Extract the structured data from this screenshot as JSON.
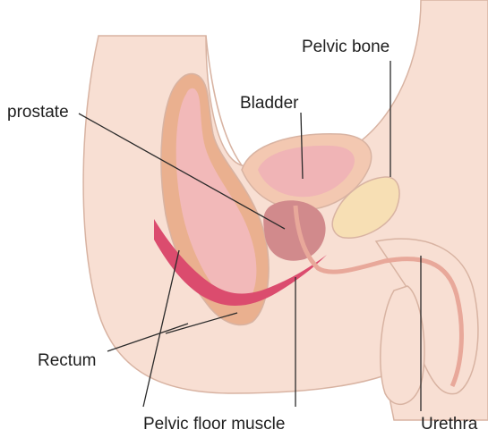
{
  "labels": {
    "prostate": "prostate",
    "bladder": "Bladder",
    "pelvic_bone": "Pelvic bone",
    "rectum": "Rectum",
    "pelvic_floor_muscle": "Pelvic floor muscle",
    "urethra": "Urethra"
  },
  "colors": {
    "skin": "#f8dfd3",
    "skin_outline": "#d8b3a2",
    "rectum_outer": "#eab08f",
    "rectum_inner": "#f2b9b9",
    "bladder_wall": "#f3c8b1",
    "bladder_inner": "#f0b4b6",
    "prostate": "#d18a8c",
    "pelvic_floor_muscle": "#db4c6e",
    "bone": "#f7dfb4",
    "urethra": "#e8a89a"
  }
}
